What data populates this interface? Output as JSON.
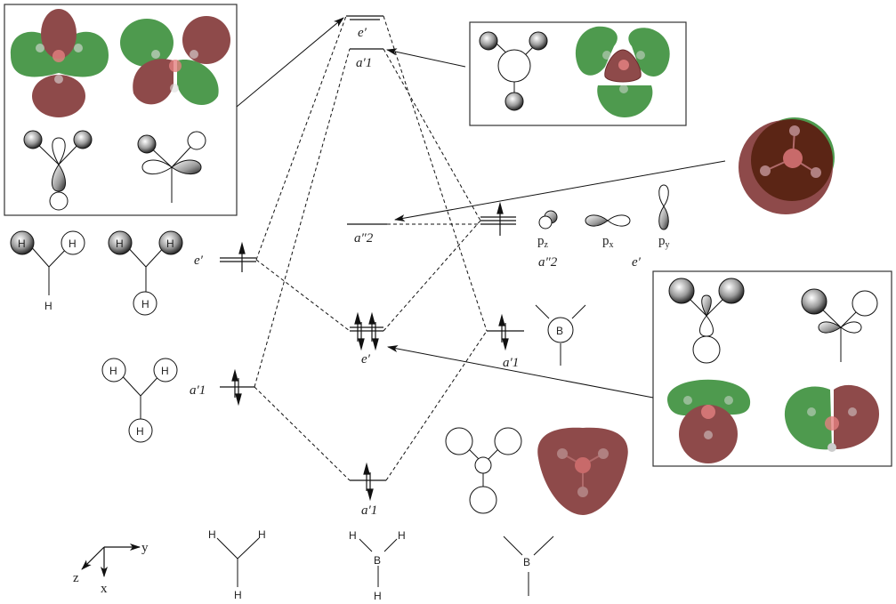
{
  "title": "Molecular orbital diagram of BH3",
  "colors": {
    "positive_lobe": "#8e4a4a",
    "negative_lobe": "#4e9a4e",
    "overlap": "#5b2515",
    "line": "#111111"
  },
  "mo_levels": {
    "e_prime_antibonding": "e′",
    "a1_prime_antibonding": "a′1",
    "a2_double_prime_nonbonding": "a″2",
    "e_prime_bonding": "e′",
    "a1_prime_bonding": "a′1"
  },
  "boron_levels": {
    "p_orbitals": {
      "a2_label": "a″2",
      "e_label": "e′"
    },
    "s_orbital": "a′1",
    "orbital_names": {
      "pz": "p",
      "pz_sub": "z",
      "px": "p",
      "px_sub": "x",
      "py": "p",
      "py_sub": "y"
    }
  },
  "hydrogen_levels": {
    "e_prime": "e′",
    "a1_prime": "a′1"
  },
  "atom_labels": {
    "H": "H",
    "B": "B"
  },
  "axes": {
    "x": "x",
    "y": "y",
    "z": "z"
  },
  "electron_counts": {
    "h3_e_prime": 1,
    "h3_a1_prime": 2,
    "b_p": 1,
    "b_s": 2,
    "mo_e_prime_bonding": 4,
    "mo_a1_prime_bonding": 2
  }
}
